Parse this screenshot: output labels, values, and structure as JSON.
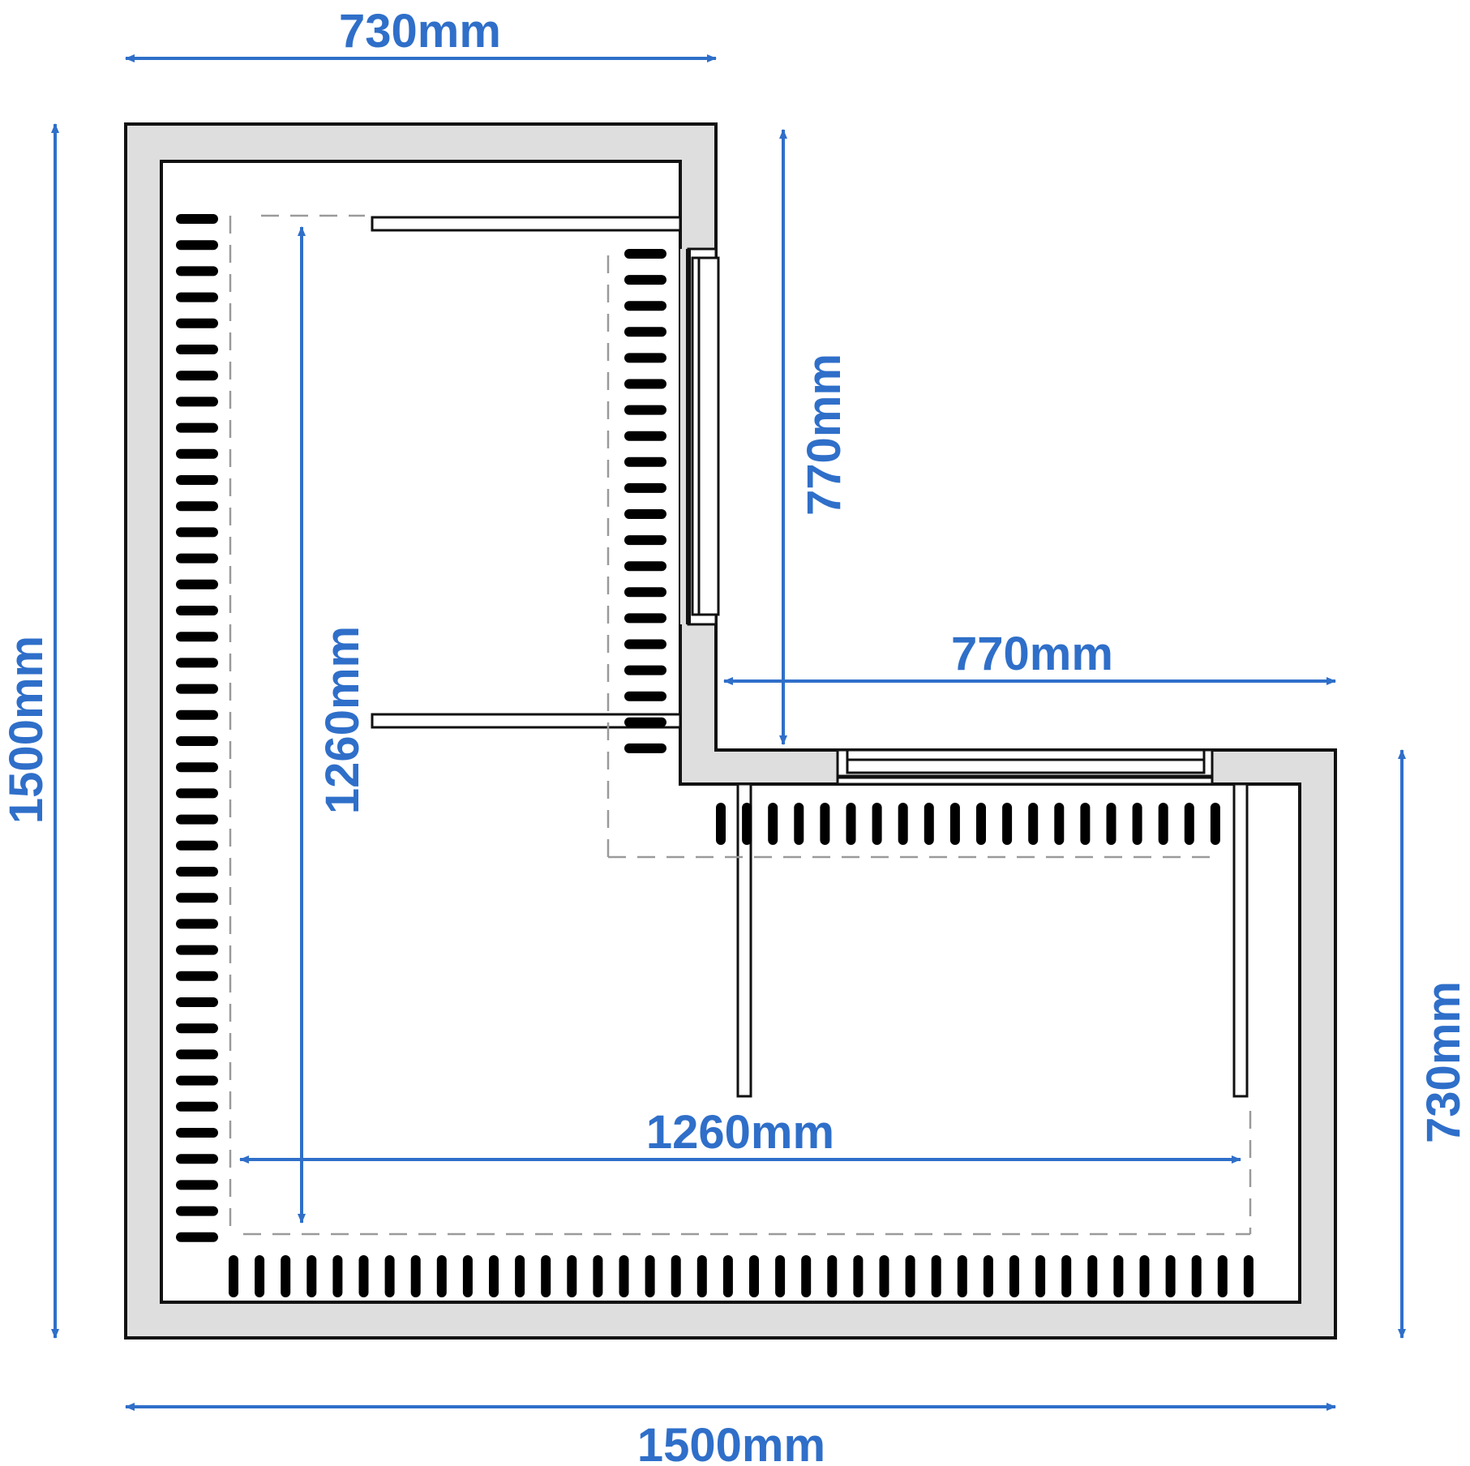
{
  "dimensions": {
    "top_width": "730mm",
    "overall_height": "1500mm",
    "inner_height": "1260mm",
    "right_upper_height": "770mm",
    "right_arm_width": "770mm",
    "inner_width": "1260mm",
    "right_lower_height": "730mm",
    "overall_width": "1500mm"
  },
  "colors": {
    "dimension": "#2f6fc9",
    "frame_fill": "#dedede",
    "outline": "#111111",
    "dashed_guide": "#9a9a9a",
    "slot": "#000000"
  }
}
